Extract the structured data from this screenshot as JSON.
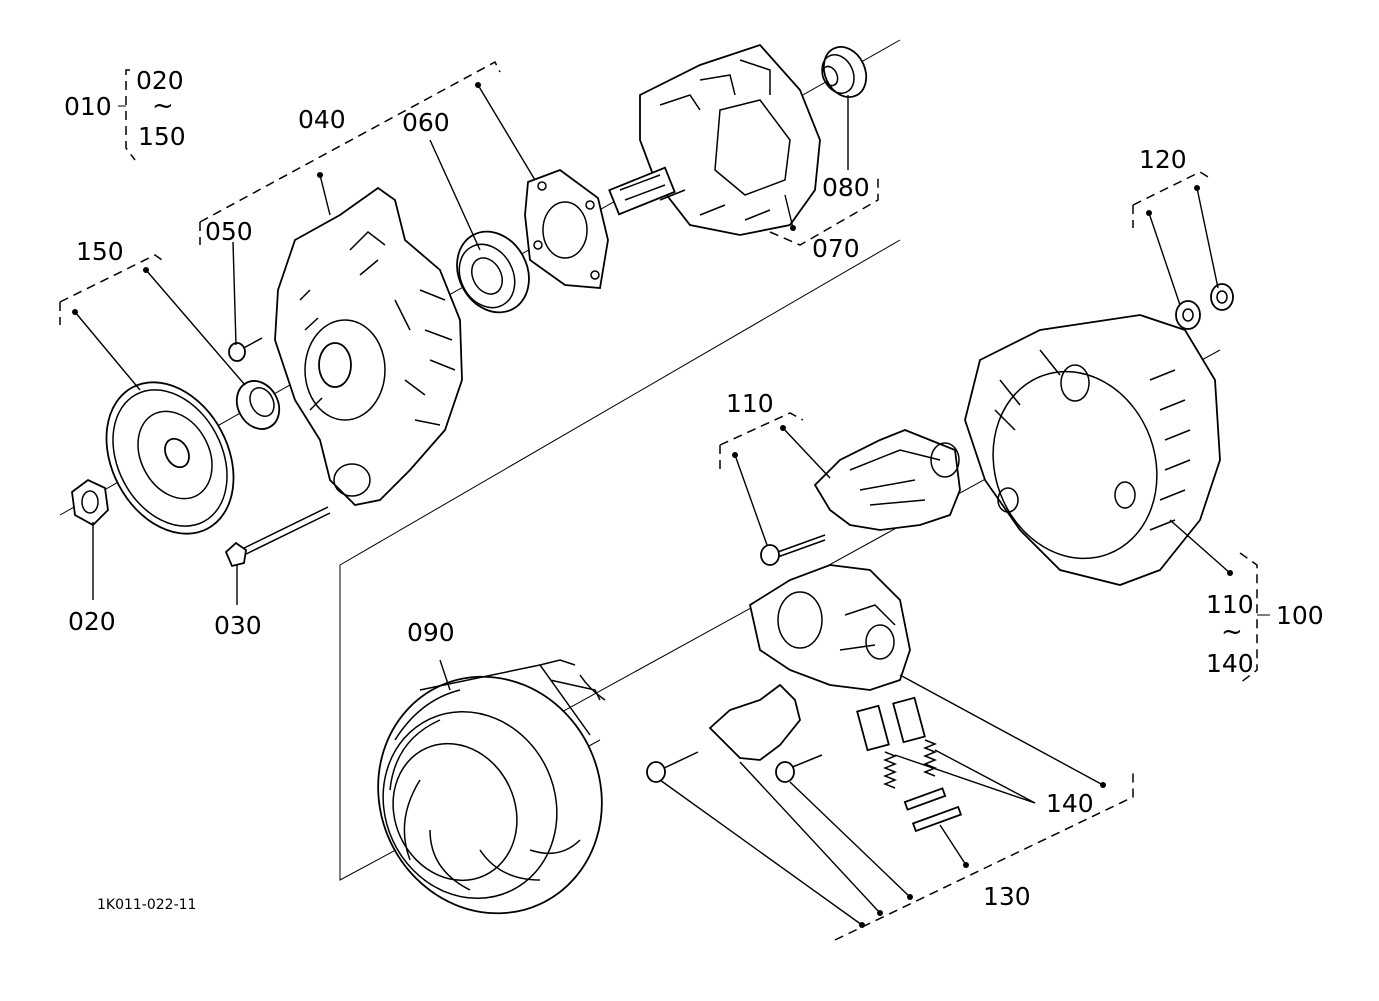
{
  "diagram": {
    "labels": {
      "l010": "010",
      "l020_top": "020",
      "tilde_top": "~",
      "l150_top": "150",
      "l040": "040",
      "l060": "060",
      "l050": "050",
      "l150": "150",
      "l080": "080",
      "l070": "070",
      "l120": "120",
      "l020": "020",
      "l030": "030",
      "l110": "110",
      "l110_right": "110",
      "tilde_right": "~",
      "l140_right": "140",
      "l100": "100",
      "l090": "090",
      "l140": "140",
      "l130": "130"
    },
    "doc_id": "1K011-022-11"
  }
}
